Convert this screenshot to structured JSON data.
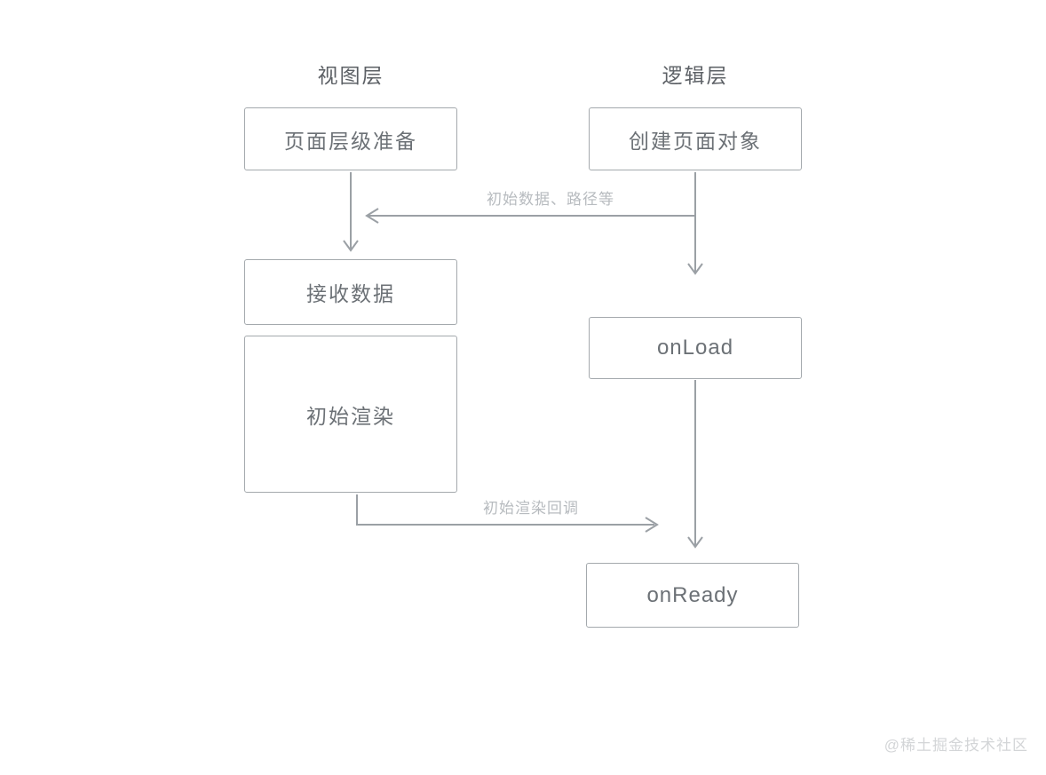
{
  "diagram": {
    "view_layer": {
      "title": "视图层",
      "boxes": [
        {
          "label": "页面层级准备"
        },
        {
          "label": "接收数据"
        },
        {
          "label": "初始渲染"
        }
      ]
    },
    "logic_layer": {
      "title": "逻辑层",
      "boxes": [
        {
          "label": "创建页面对象"
        },
        {
          "label": "onLoad"
        },
        {
          "label": "onReady"
        }
      ]
    },
    "edges": [
      {
        "label": "初始数据、路径等",
        "from": "创建页面对象",
        "to": "接收数据"
      },
      {
        "label": "初始渲染回调",
        "from": "初始渲染",
        "to": "onReady"
      }
    ],
    "colors": {
      "background": "#ffffff",
      "header_text": "#5d6166",
      "box_border": "#a4a9ad",
      "box_text": "#6c7176",
      "arrow": "#9ba0a5",
      "edge_label": "#b7bbbf",
      "watermark": "#d3d5d7"
    }
  },
  "watermark": {
    "text": "@稀土掘金技术社区"
  }
}
